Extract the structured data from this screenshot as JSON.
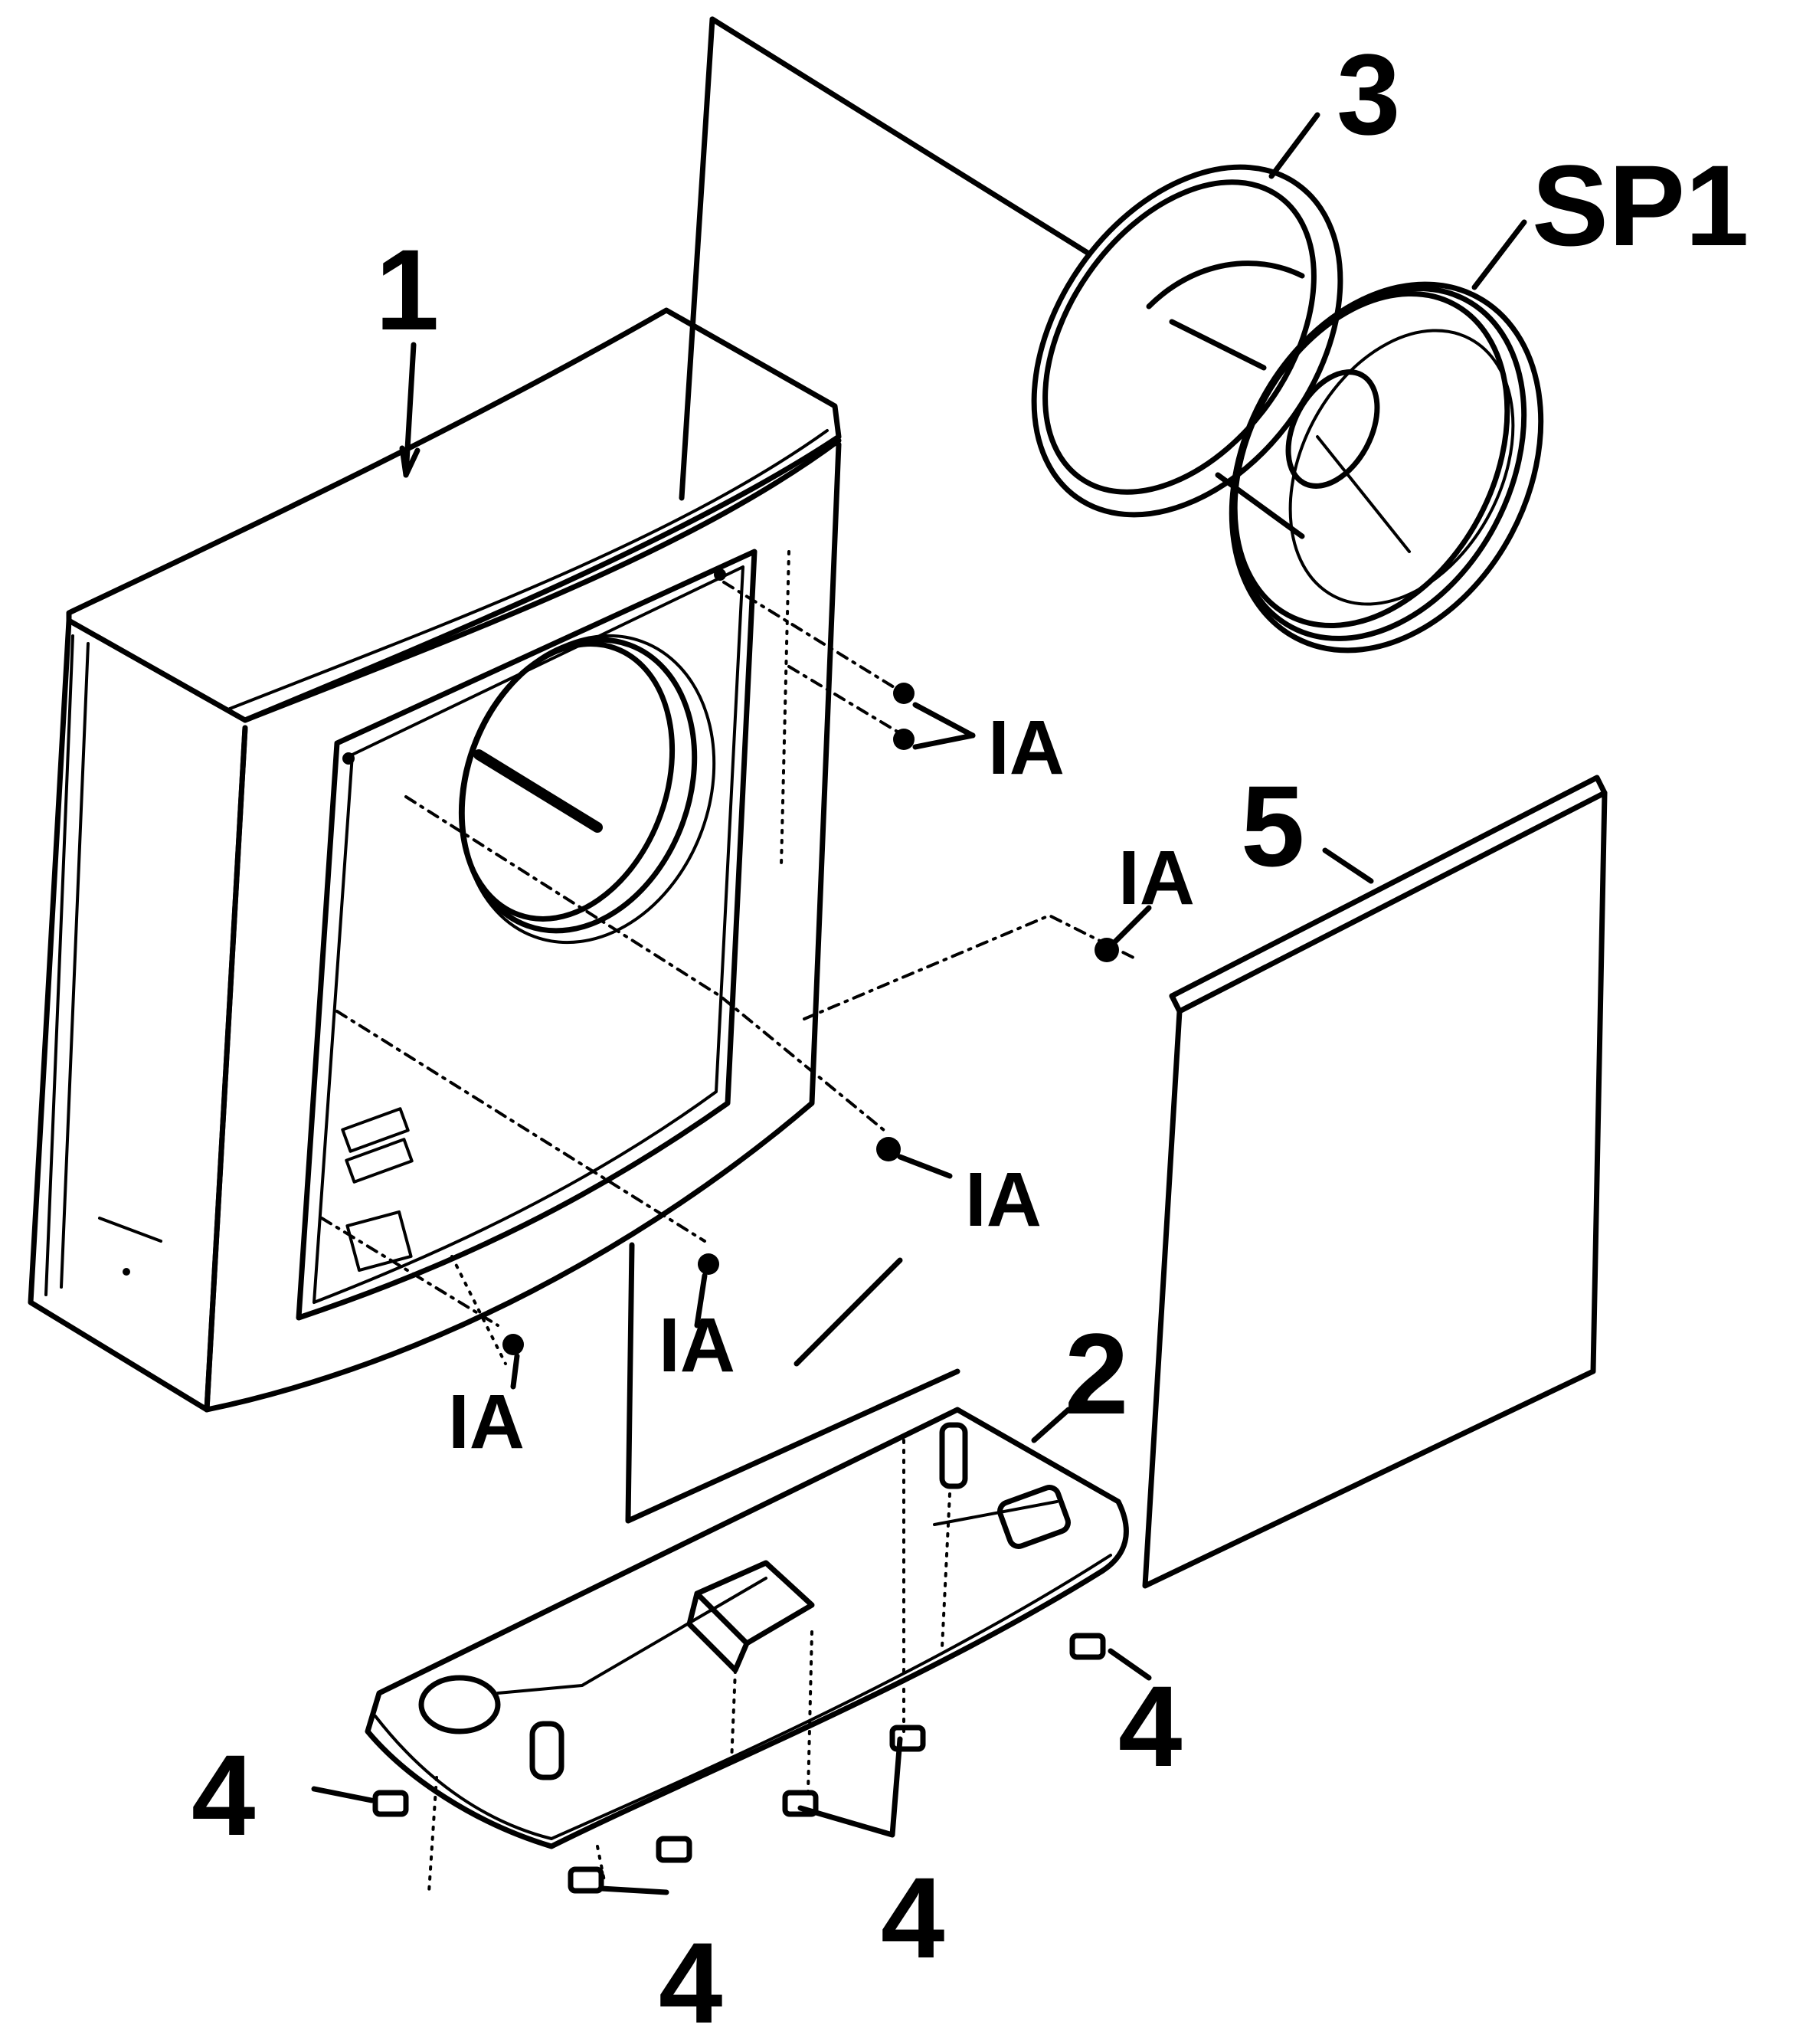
{
  "labels": {
    "enclosure": "1",
    "base_plate": "2",
    "ring_mount": "3",
    "feet_a": "4",
    "feet_b": "4",
    "feet_c": "4",
    "feet_d": "4",
    "panel": "5",
    "speaker": "SP1",
    "screw_right_top": "IA",
    "screw_panel": "IA",
    "screw_right_mid": "IA",
    "screw_bottom_mid": "IA",
    "screw_bottom_left": "IA"
  }
}
